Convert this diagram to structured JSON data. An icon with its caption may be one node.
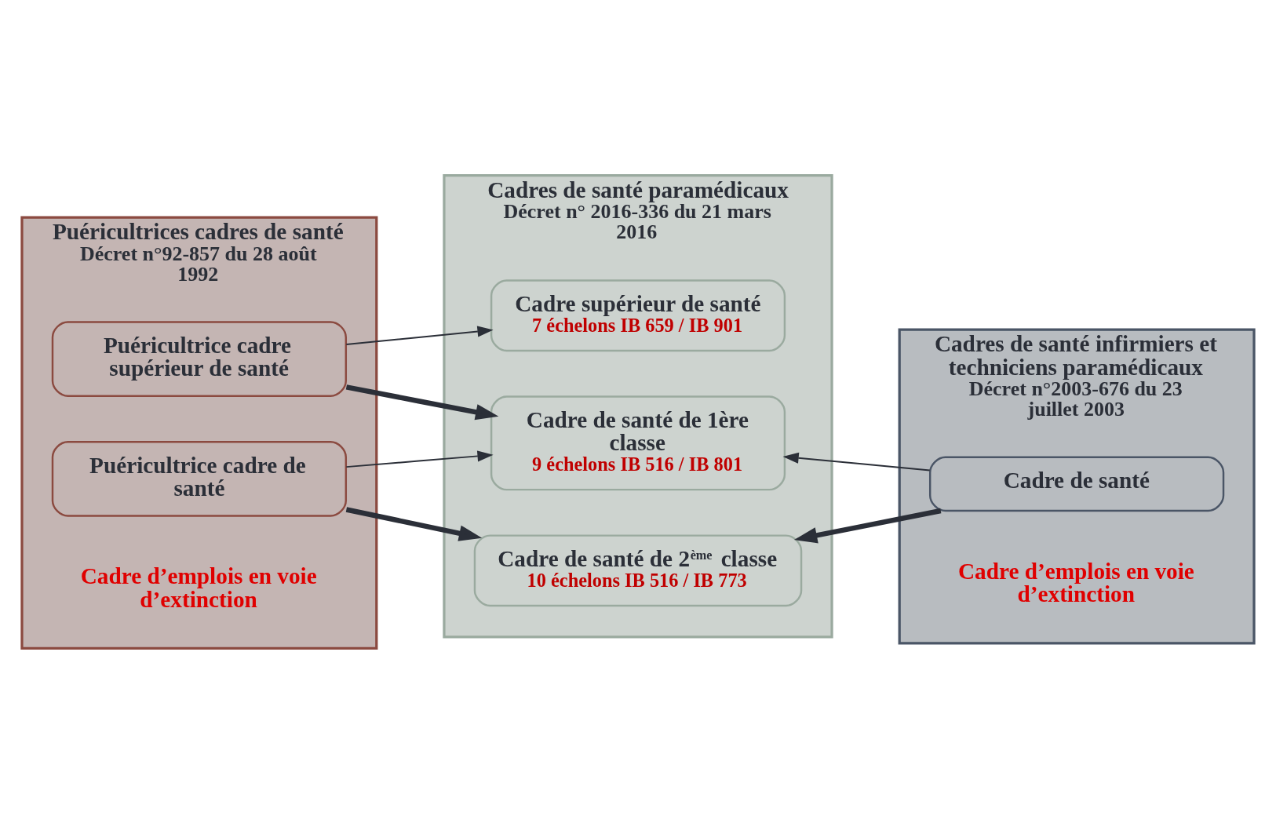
{
  "diagram": {
    "nodes": [
      {
        "text": [
          "Puéricultrices cadres de santé",
          "Décret n°92-857 du 28 août 1992",
          "Cadre d’emplois en voie d’extinction"
        ]
      },
      {
        "text": [
          "Puéricultrice cadre supérieur de santé"
        ],
        "in": 0
      },
      {
        "text": [
          "Puéricultrice cadre de santé"
        ],
        "in": 0
      },
      {
        "text": [
          "Cadres de santé paramédicaux",
          "Décret n° 2016-336 du 21 mars 2016"
        ]
      },
      {
        "text": [
          "Cadre supérieur de santé",
          "7 échelons IB 659 / IB 901"
        ],
        "in": 3
      },
      {
        "text": [
          "Cadre de santé de 1ère classe",
          "9 échelons IB 516 / IB 801"
        ],
        "in": 3
      },
      {
        "text": [
          "Cadre de santé de 2$^{ème}$ classe",
          "10 échelons IB 516 / IB 773"
        ],
        "in": 3
      },
      {
        "text": [
          "Cadres de santé infirmiers et techniciens paramédicaux",
          "Décret n°2003-676 du 23 juillet 2003",
          "Cadre d’emplois en voie d’extinction"
        ]
      },
      {
        "text": [
          "Cadre de santé"
        ],
        "in": 7
      }
    ],
    "edges": [
      {
        "from": 1,
        "to": 4,
        "arrow": "to"
      },
      {
        "from": 1,
        "to": 5,
        "arrow": "to",
        "style": "thick"
      },
      {
        "from": 2,
        "to": 5,
        "arrow": "to"
      },
      {
        "from": 2,
        "to": 6,
        "arrow": "to",
        "style": "thick"
      },
      {
        "from": 8,
        "to": 5,
        "arrow": "to"
      },
      {
        "from": 8,
        "to": 6,
        "arrow": "to",
        "style": "thick"
      }
    ]
  }
}
